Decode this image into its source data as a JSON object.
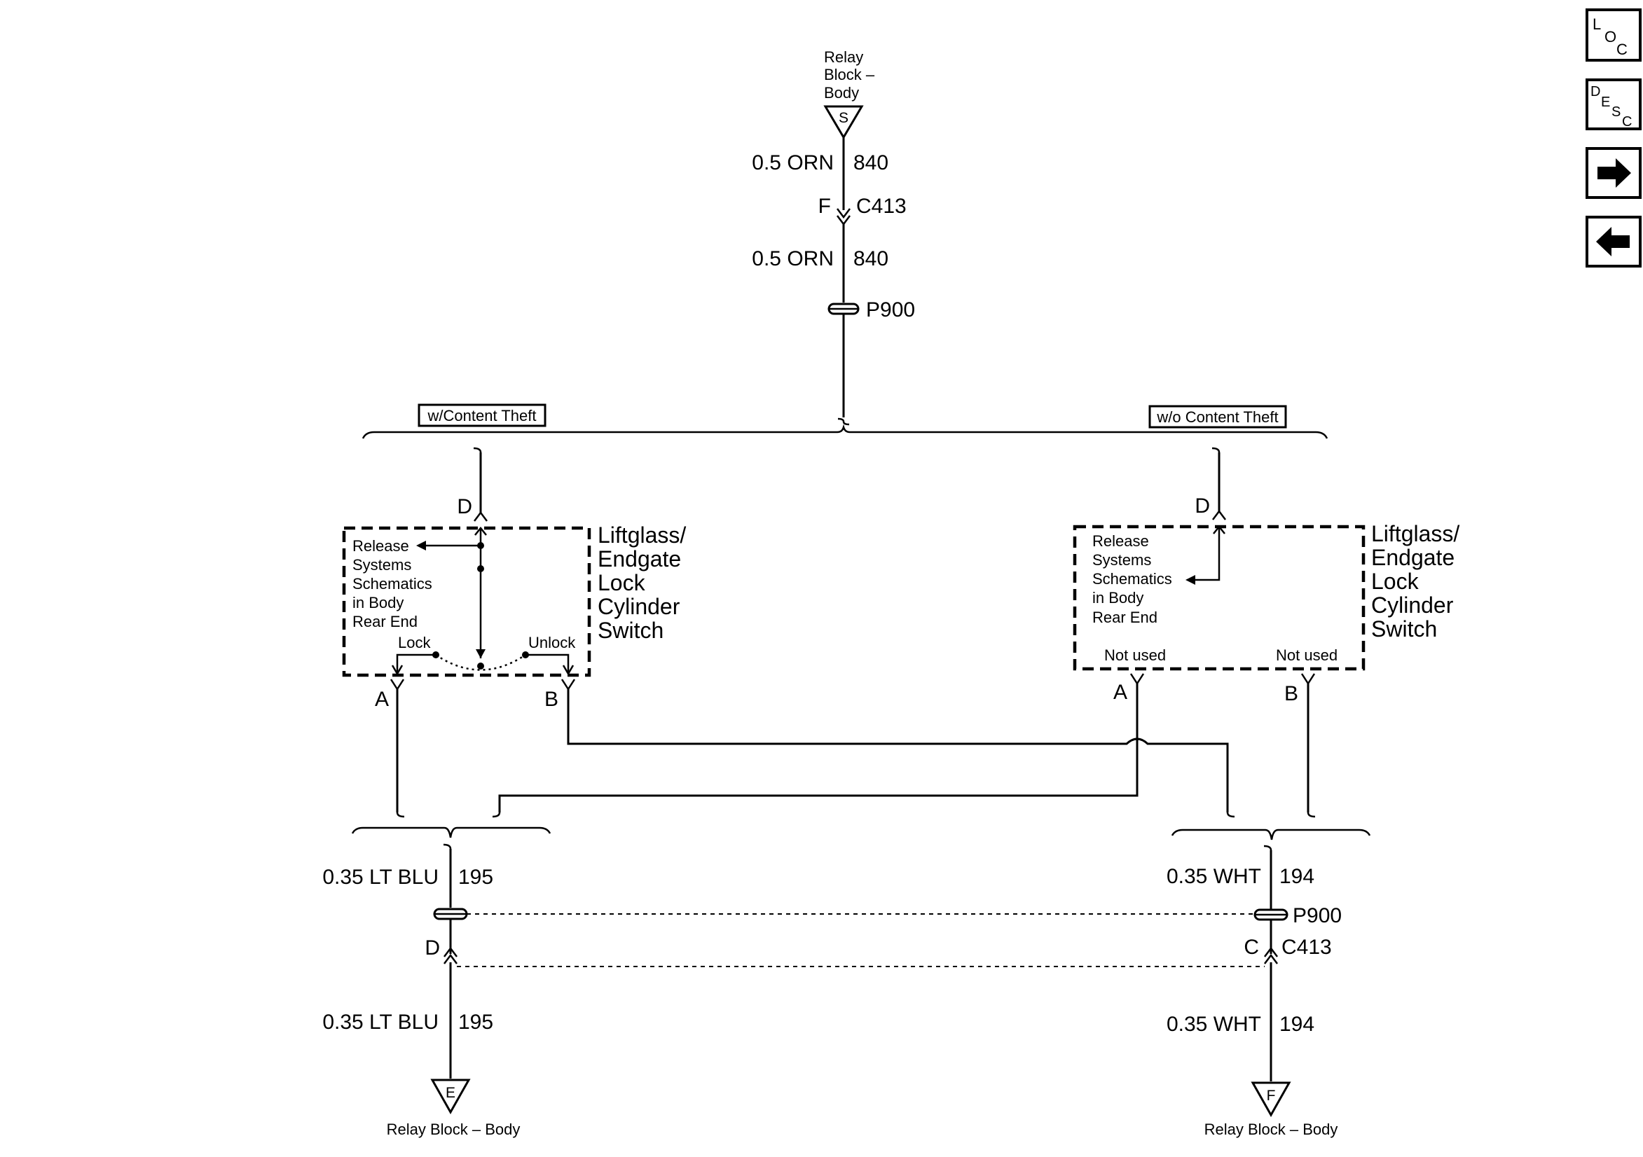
{
  "top_ground": {
    "label_lines": [
      "Relay",
      "Block –",
      "Body"
    ],
    "letter": "S"
  },
  "top_wire_upper": {
    "gauge_color": "0.5 ORN",
    "circuit": "840"
  },
  "top_connector": {
    "pin": "F",
    "name": "C413"
  },
  "top_wire_lower": {
    "gauge_color": "0.5 ORN",
    "circuit": "840"
  },
  "top_splice": {
    "name": "P900"
  },
  "option_left": "w/Content Theft",
  "option_right": "w/o Content Theft",
  "left_switch": {
    "input_pin": "D",
    "name_lines": [
      "Liftglass/",
      "Endgate",
      "Lock",
      "Cylinder",
      "Switch"
    ],
    "ref_lines": [
      "Release",
      "Systems",
      "Schematics",
      "in Body",
      "Rear End"
    ],
    "lock_label": "Lock",
    "unlock_label": "Unlock",
    "pin_a": "A",
    "pin_b": "B"
  },
  "right_switch": {
    "input_pin": "D",
    "name_lines": [
      "Liftglass/",
      "Endgate",
      "Lock",
      "Cylinder",
      "Switch"
    ],
    "ref_lines": [
      "Release",
      "Systems",
      "Schematics",
      "in Body",
      "Rear End"
    ],
    "not_used_a": "Not used",
    "not_used_b": "Not used",
    "pin_a": "A",
    "pin_b": "B"
  },
  "left_output": {
    "wire_upper": {
      "gauge_color": "0.35 LT BLU",
      "circuit": "195"
    },
    "connector_pin": "D",
    "wire_lower": {
      "gauge_color": "0.35 LT BLU",
      "circuit": "195"
    },
    "ground_letter": "E",
    "ground_label": "Relay Block – Body"
  },
  "right_output": {
    "wire_upper": {
      "gauge_color": "0.35 WHT",
      "circuit": "194"
    },
    "splice": "P900",
    "connector_pin": "C",
    "connector": "C413",
    "wire_lower": {
      "gauge_color": "0.35 WHT",
      "circuit": "194"
    },
    "ground_letter": "F",
    "ground_label": "Relay Block – Body"
  },
  "nav": {
    "loc": [
      "L",
      "O",
      "C"
    ],
    "desc": [
      "D",
      "E",
      "S",
      "C"
    ],
    "forward_icon": "arrow-right-icon",
    "back_icon": "arrow-left-icon"
  }
}
